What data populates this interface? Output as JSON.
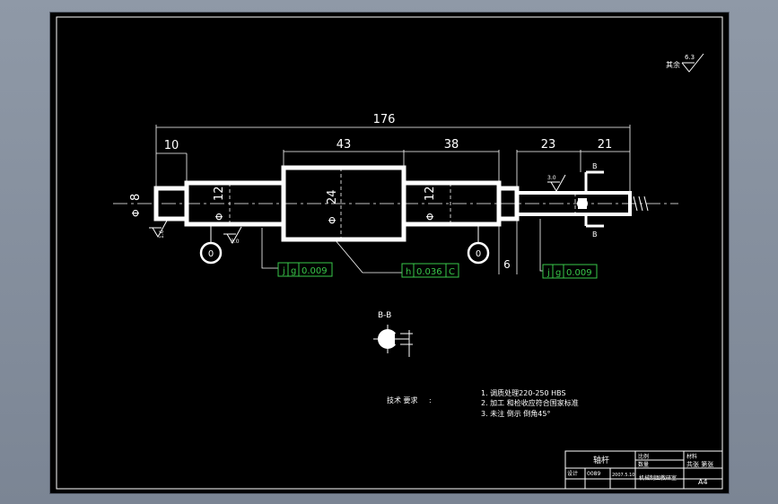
{
  "roughness": {
    "label": "其余",
    "value": "6.3"
  },
  "dims": {
    "total": "176",
    "seg_left": "10",
    "seg_a": "43",
    "seg_b": "38",
    "seg_c": "23",
    "seg_d": "21",
    "dia_end": "8",
    "dia_12_left": "12",
    "dia_24": "24",
    "dia_12_right": "12",
    "small": "6",
    "rough_left": "1.6",
    "rough_mid": "3.0",
    "rough_right": "3.0",
    "phi": "Φ"
  },
  "gdt": [
    {
      "sym": "j",
      "mod": "g",
      "tol": "0.009"
    },
    {
      "sym": "h",
      "tol": "0.036",
      "datum": "C"
    },
    {
      "sym": "j",
      "mod": "g",
      "tol": "0.009"
    }
  ],
  "datum_markers": [
    "0",
    "0"
  ],
  "section": {
    "label": "B-B",
    "cut_left": "B",
    "cut_right": "B"
  },
  "tech": {
    "title": "技术 要求",
    "colon": ":",
    "items": [
      "1. 调质处理220-250 HBS",
      "2. 加工 和检收应符合国家标准",
      "3. 未注 倒示 倒角45°"
    ]
  },
  "titleblock": {
    "name": "轴杆",
    "r1": "比例",
    "r2": "数量",
    "r3": "材料",
    "r4": "共张 第张",
    "designer_label": "设计",
    "designer": "0089",
    "date": "2007.5.10",
    "school": "机械制图教研室",
    "drawing_no": "A4"
  }
}
